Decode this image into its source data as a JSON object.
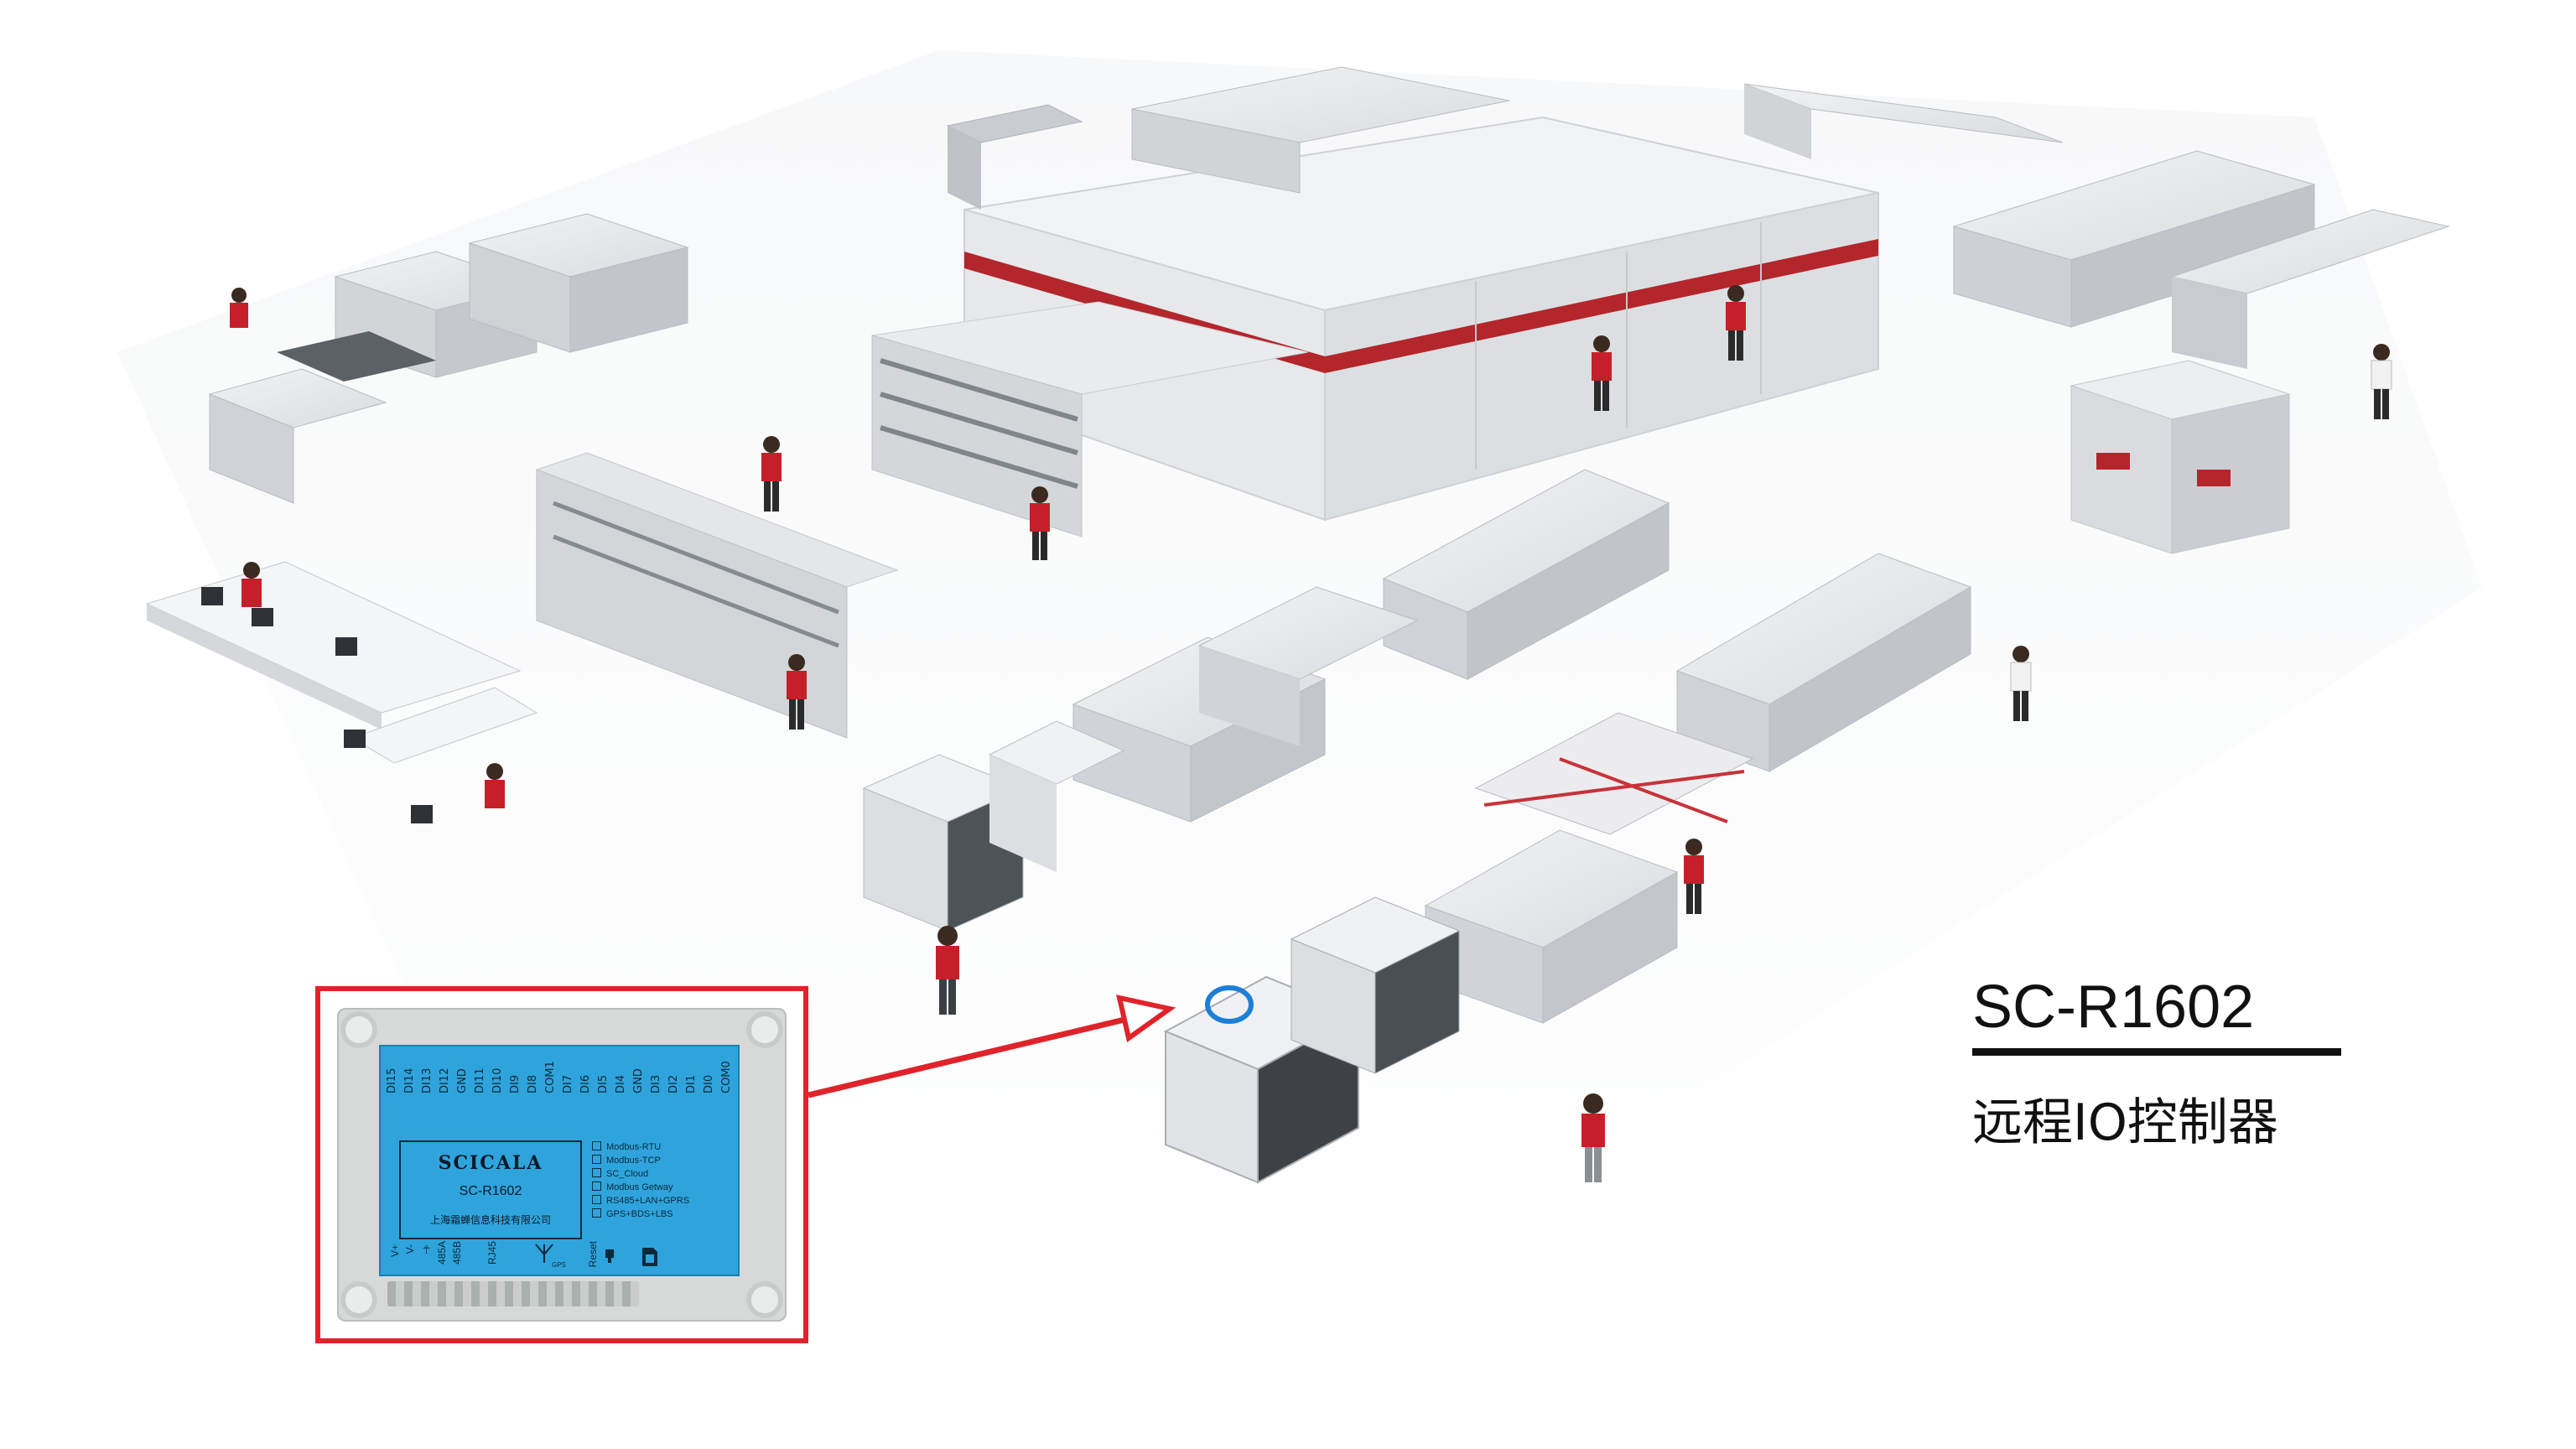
{
  "product": {
    "model": "SC-R1602",
    "description": "远程IO控制器"
  },
  "device": {
    "brand": "SCICALA",
    "model": "SC-R1602",
    "company": "上海霜蝉信息科技有限公司",
    "top_pins": [
      "DI15",
      "DI14",
      "DI13",
      "DI12",
      "GND",
      "DI11",
      "DI10",
      "DI9",
      "DI8",
      "COM1",
      "DI7",
      "DI6",
      "DI5",
      "DI4",
      "GND",
      "DI3",
      "DI2",
      "DI1",
      "DI0",
      "COM0"
    ],
    "options": [
      "Modbus-RTU",
      "Modbus-TCP",
      "SC_Cloud",
      "Modbus Getway",
      "RS485+LAN+GPRS",
      "GPS+BDS+LBS"
    ],
    "bottom_labels": {
      "v_plus": "V+",
      "v_minus": "V-",
      "ground": "⏚",
      "r485a": "485A",
      "r485b": "485B",
      "rj45": "RJ45",
      "gps": "GPS",
      "reset": "Reset"
    }
  },
  "colors": {
    "accent_red": "#e0232a",
    "panel_blue": "#2fa4dc",
    "highlight_blue": "#1e7fd6",
    "text_dark": "#111111"
  }
}
